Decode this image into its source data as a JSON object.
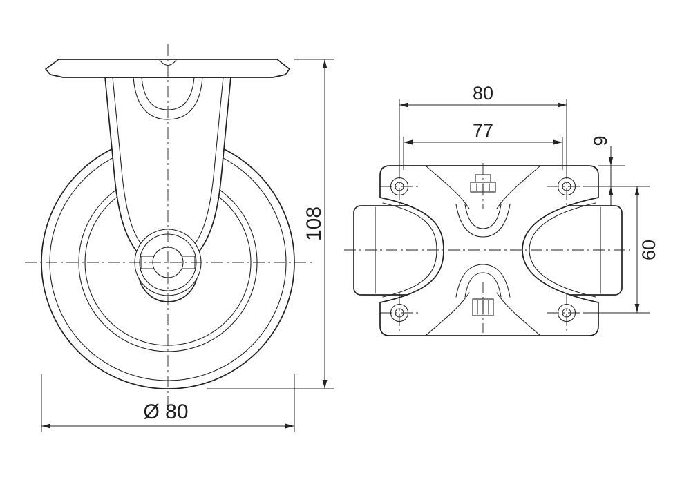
{
  "document": {
    "background": "#ffffff",
    "line_color": "#232323"
  },
  "dims": {
    "height": "108",
    "diameter": "Ø 80",
    "plate_width": "80",
    "inner_width": "77",
    "edge_offset": "9",
    "hole_spacing": "60"
  }
}
